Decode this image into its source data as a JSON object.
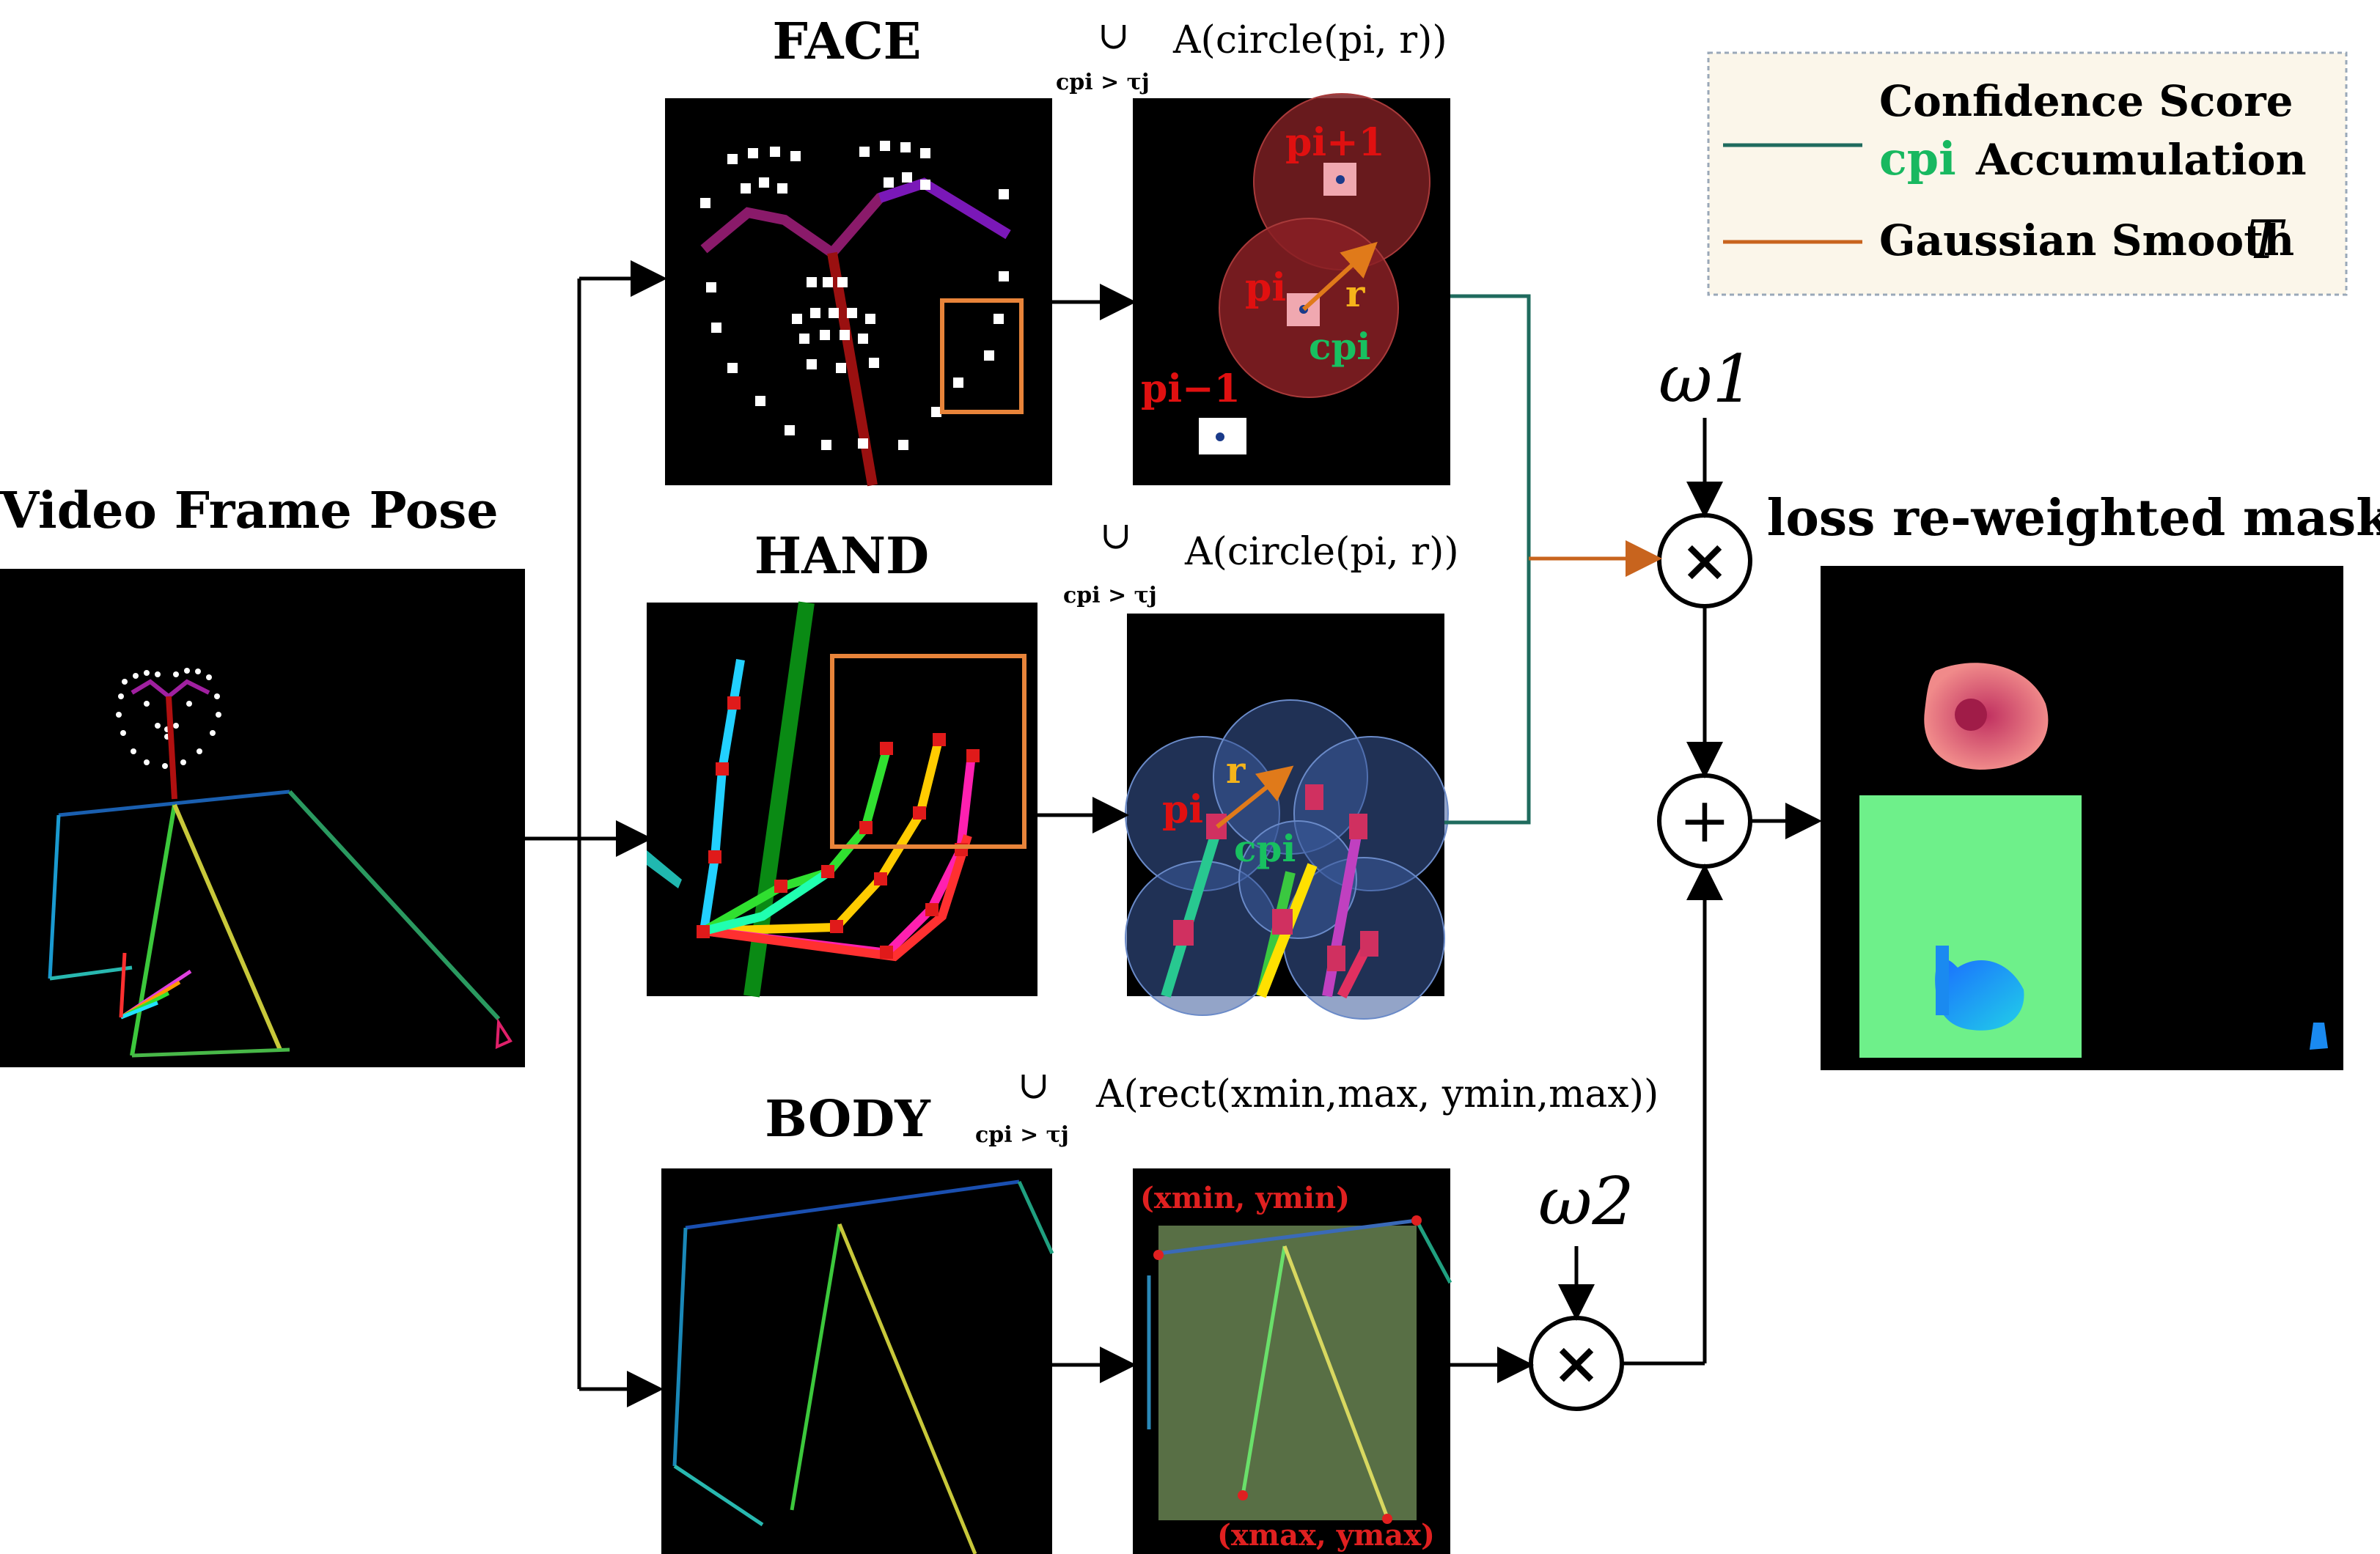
{
  "titles": {
    "video_frame_pose": "Video Frame Pose",
    "face": "FACE",
    "hand": "HAND",
    "body": "BODY",
    "output": "loss re-weighted mask"
  },
  "formulas": {
    "face_union": "∪",
    "face_sub": "cpi > τj",
    "face_body": "A(circle(pi, r))",
    "hand_union": "∪",
    "hand_sub": "cpi > τj",
    "hand_body": "A(circle(pi, r))",
    "body_union": "∪",
    "body_sub": "cpi > τj",
    "body_body": "A(rect(xmin,max, ymin,max))"
  },
  "face_panel": {
    "p_next": "pi+1",
    "p_cur": "pi",
    "p_prev": "pi−1",
    "radius": "r",
    "conf": "cpi"
  },
  "hand_panel": {
    "p_cur": "pi",
    "radius": "r",
    "conf": "cpi"
  },
  "body_panel": {
    "top_left": "(xmin, ymin)",
    "bottom_right": "(xmax, ymax)"
  },
  "weights": {
    "w1": "ω1",
    "w2": "ω2"
  },
  "operators": {
    "multiply": "×",
    "add": "+"
  },
  "legend": {
    "line1": "Confidence Score",
    "symbol": "cpi",
    "line2": "Accumulation",
    "line3": "Gaussian Smooth",
    "script_t": "T"
  },
  "colors": {
    "teal_line": "#1f6b5e",
    "orange_line": "#c8641e",
    "legend_bg": "#fbf6ea",
    "orange_box": "#e8843a",
    "mask_green": "#6ef08a"
  }
}
